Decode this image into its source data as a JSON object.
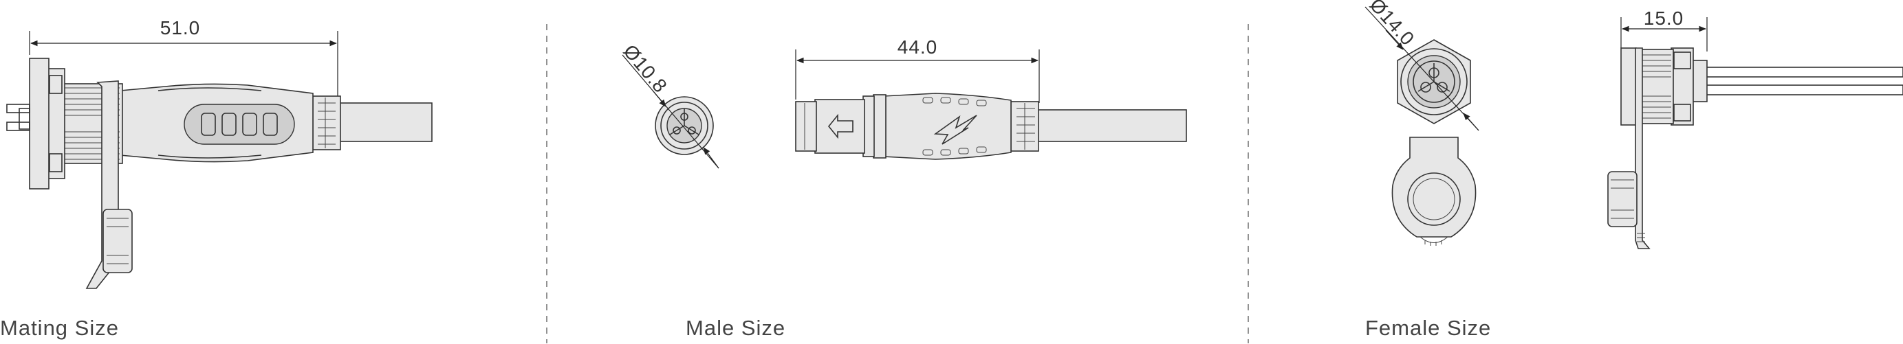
{
  "views": {
    "mating": {
      "caption": "Mating Size",
      "length_dim": "51.0"
    },
    "male": {
      "caption": "Male Size",
      "diameter_dim": "Ø10.8",
      "length_dim": "44.0"
    },
    "female": {
      "caption": "Female Size",
      "diameter_dim": "Ø14.0",
      "length_dim": "15.0"
    }
  }
}
